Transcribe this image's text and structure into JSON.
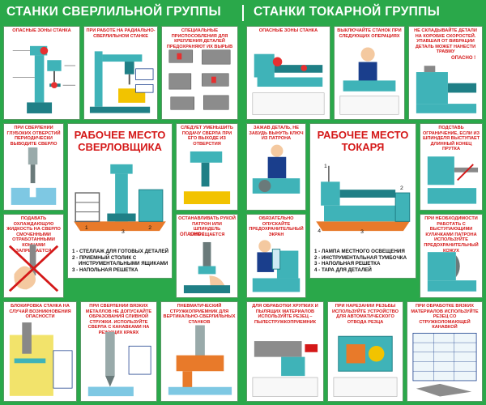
{
  "header": {
    "left_title": "СТАНКИ СВЕРЛИЛЬНОЙ ГРУППЫ",
    "right_title": "СТАНКИ ТОКАРНОЙ ГРУППЫ"
  },
  "drilling": {
    "p1": "ОПАСНЫЕ ЗОНЫ СТАНКА",
    "p2": "ПРИ РАБОТЕ НА РАДИАЛЬНО-СВЕРЛИЛЬНОМ СТАНКЕ",
    "p3": "СПЕЦИАЛЬНЫЕ ПРИСПОСОБЛЕНИЯ ДЛЯ КРЕПЛЕНИЯ ДЕТАЛЕЙ ПРЕДОХРАНЯЮТ ИХ ВЫРЫВ",
    "p4": "ПРИ СВЕРЛЕНИИ ГЛУБОКИХ ОТВЕРСТИЙ ПЕРИОДИЧЕСКИ ВЫВОДИТЕ СВЕРЛО",
    "main": "РАБОЧЕЕ МЕСТО СВЕРЛОВЩИКА",
    "p6": "СЛЕДУЕТ УМЕНЬШИТЬ ПОДАЧУ СВЕРЛА ПРИ ЕГО ВЫХОДЕ ИЗ ОТВЕРСТИЯ",
    "p7": "ПОДАВАТЬ ОХЛАЖДАЮЩУЮ ЖИДКОСТЬ НА СВЕРЛО СМОЧЕННЫМИ ОТРАБОТАННЫМИ КОНЦАМИ ЗАПРЕЩАЕТСЯ",
    "p8": "ОСТАНАВЛИВАТЬ РУКОЙ ПАТРОН ИЛИ ШПИНДЕЛЬ ЗАПРЕЩАЕТСЯ",
    "p9": "БЛОКИРОВКА СТАНКА НА СЛУЧАЙ ВОЗНИКНОВЕНИЯ ОПАСНОСТИ",
    "p10": "ПРИ СВЕРЛЕНИИ ВЯЗКИХ МЕТАЛЛОВ НЕ ДОПУСКАЙТЕ ОБРАЗОВАНИЯ СЛИВНОЙ СТРУЖКИ. ИСПОЛЬЗУЙТЕ СВЕРЛА С КАНАВКАМИ НА РЕЖУЩИХ КРАЯХ",
    "p11": "ПНЕВМАТИЧЕСКИЙ СТРУЖКОПРИЕМНИК ДЛЯ ВЕРТИКАЛЬНО-СВЕРЛИЛЬНЫХ СТАНКОВ",
    "legend": [
      "1 - СТЕЛЛАЖ ДЛЯ ГОТОВЫХ ДЕТАЛЕЙ",
      "2 - ПРИЕМНЫЙ СТОЛИК С",
      "ИНСТРУМЕНТАЛЬНЫМИ ЯЩИКАМИ",
      "3 - НАПОЛЬНАЯ РЕШЕТКА"
    ],
    "warn": "ОПАСНО !"
  },
  "turning": {
    "p1": "ОПАСНЫЕ ЗОНЫ СТАНКА",
    "p2": "ВЫКЛЮЧАЙТЕ СТАНОК ПРИ СЛЕДУЮЩИХ ОПЕРАЦИЯХ",
    "p3": "НЕ СКЛАДЫВАЙТЕ ДЕТАЛИ НА КОРОБКЕ СКОРОСТЕЙ. УПАВШАЯ ОТ ВИБРАЦИИ ДЕТАЛЬ МОЖЕТ НАНЕСТИ ТРАВМУ",
    "p4": "ЗАЖАВ ДЕТАЛЬ, НЕ ЗАБУДЬ ВЫНУТЬ КЛЮЧ ИЗ ПАТРОНА",
    "main": "РАБОЧЕЕ МЕСТО ТОКАРЯ",
    "p6": "ПОДСТАВЬ ОГРАНИЧЕНИЕ, ЕСЛИ ИЗ ШПИНДЕЛЯ ВЫСТУПАЕТ ДЛИННЫЙ КОНЕЦ ПРУТКА",
    "p7": "ОБЯЗАТЕЛЬНО ОПУСКАЙТЕ ПРЕДОХРАНИТЕЛЬНЫЙ ЭКРАН",
    "p8": "ПРИ НЕОБХОДИМОСТИ РАБОТАТЬ С ВЫСТУПАЮЩИМИ КУЛАЧКАМИ ПАТРОНА ИСПОЛЬЗУЙТЕ ПРЕДОХРАНИТЕЛЬНЫЙ КОЖУХ",
    "p9": "ДЛЯ ОБРАБОТКИ ХРУПКИХ И ПЫЛЯЩИХ МАТЕРИАЛОВ ИСПОЛЬЗУЙТЕ РЕЗЕЦ – ПЫЛЕСТРУЖКОПРИЕМНИК",
    "p10": "ПРИ НАРЕЗАНИИ РЕЗЬБЫ ИСПОЛЬЗУЙТЕ УСТРОЙСТВО ДЛЯ АВТОМАТИЧЕСКОГО ОТВОДА РЕЗЦА",
    "p11": "ПРИ ОБРАБОТКЕ ВЯЗКИХ МАТЕРИАЛОВ ИСПОЛЬЗУЙТЕ РЕЗЕЦ СО СТРУЖКОЛОМАЮЩЕЙ КАНАВКОЙ",
    "legend": [
      "1 - ЛАМПА МЕСТНОГО ОСВЕЩЕНИЯ",
      "2 - ИНСТРУМЕНТАЛЬНАЯ ТУМБОЧКА",
      "3 - НАПОЛЬНАЯ РЕШЕТКА",
      "4 - ТАРА ДЛЯ ДЕТАЛЕЙ"
    ],
    "warn": "ОПАСНО !"
  },
  "colors": {
    "background": "#2aa84a",
    "title": "#ffffff",
    "heading": "#d41818",
    "machine": "#3fb3b8",
    "machine_dark": "#1f7f86"
  }
}
